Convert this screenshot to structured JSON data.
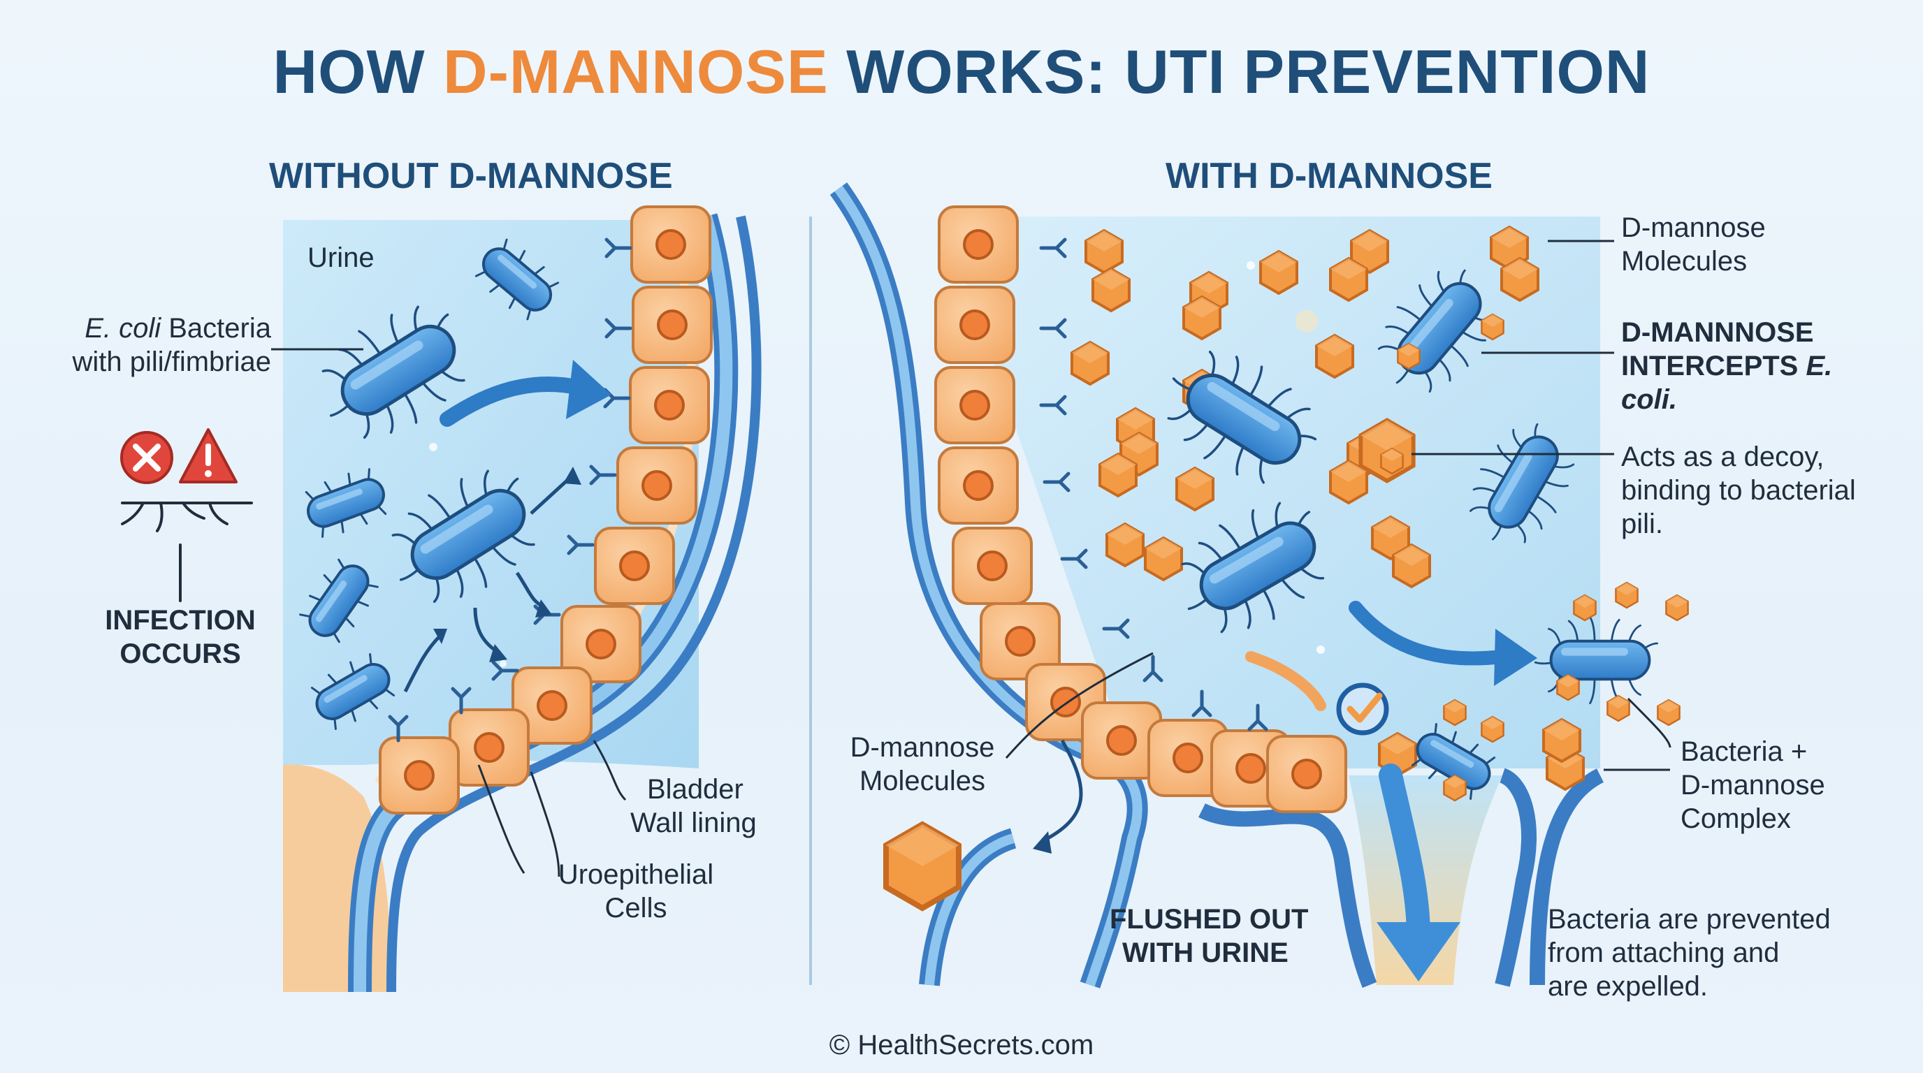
{
  "title": {
    "part1": "HOW ",
    "accent": "D-MANNOSE",
    "part2": " WORKS: UTI PREVENTION"
  },
  "left": {
    "heading": "WITHOUT D-MANNOSE",
    "urine_label": "Urine",
    "ecoli_italic": "E. coli",
    "ecoli_rest": " Bacteria",
    "ecoli_line2": "with pili/fimbriae",
    "infection_line1": "INFECTION",
    "infection_line2": "OCCURS",
    "bladder_line1": "Bladder",
    "bladder_line2": "Wall lining",
    "uro_line1": "Uroepithelial",
    "uro_line2": "Cells"
  },
  "right": {
    "heading": "WITH D-MANNOSE",
    "molecules_top_line1": "D-mannose",
    "molecules_top_line2": "Molecules",
    "intercepts_line1": "D-MANNNOSE",
    "intercepts_line2_bold": "INTERCEPTS ",
    "intercepts_line2_italic": "E.",
    "intercepts_line3": "coli.",
    "decoy_line1": "Acts as a decoy,",
    "decoy_line2": "binding to bacterial",
    "decoy_line3": "pili.",
    "molecules_left_line1": "D-mannose",
    "molecules_left_line2": "Molecules",
    "complex_line1": "Bacteria +",
    "complex_line2": "D-mannose",
    "complex_line3": "Complex",
    "flushed_line1": "FLUSHED OUT",
    "flushed_line2": "WITH URINE",
    "prevented_line1": "Bacteria are prevented",
    "prevented_line2": "from attaching and",
    "prevented_line3": "are expelled."
  },
  "footer": {
    "copyright": "© HealthSecrets.com"
  },
  "colors": {
    "title_blue": "#1f4e79",
    "title_orange": "#ee8a3c",
    "bacteria_blue": "#3d8fd8",
    "cell_orange": "#f6b47a",
    "urine_blue": "#bfe2f6",
    "warning_red": "#e0463c"
  },
  "icons": [
    "x-circle-icon",
    "warning-triangle-icon",
    "checkmark-circle-icon"
  ]
}
